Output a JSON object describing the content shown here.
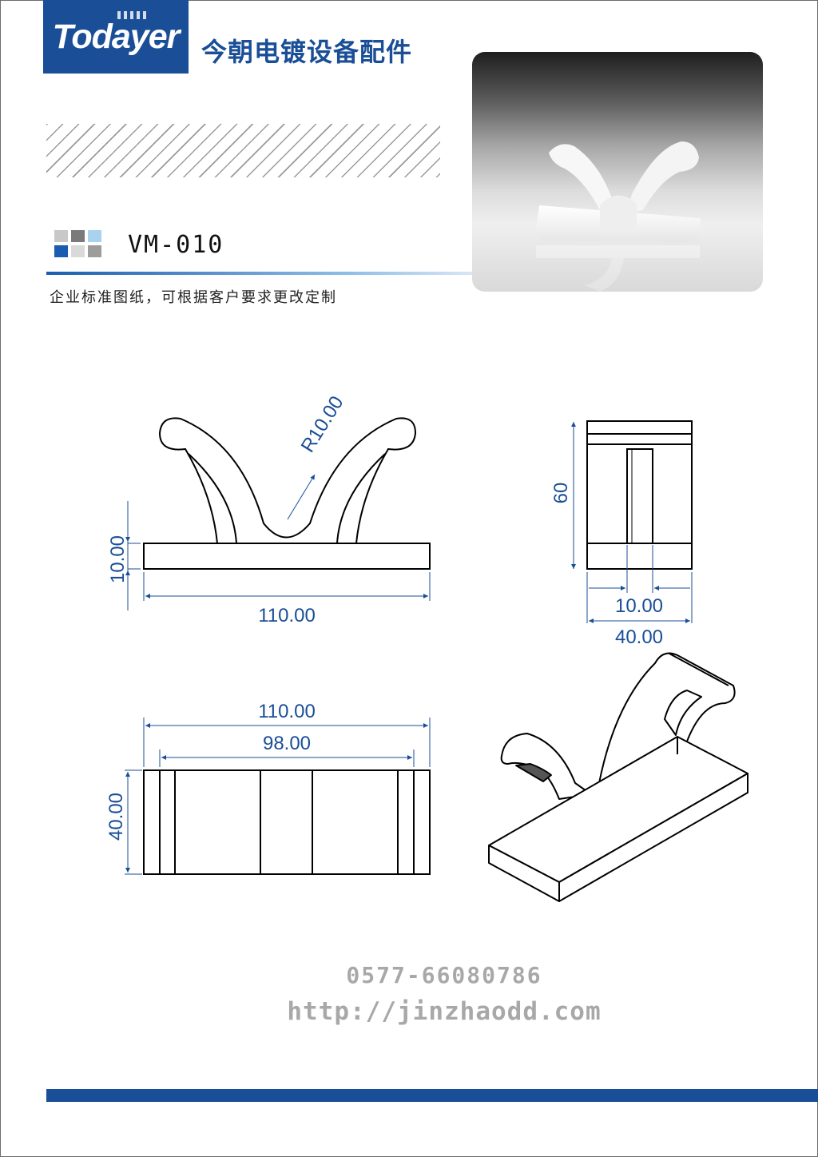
{
  "brand": {
    "logo": "Todayer",
    "company": "今朝电镀设备配件"
  },
  "product": {
    "model": "VM-010"
  },
  "note": "企业标准图纸，可根据客户要求更改定制",
  "colors": {
    "brand_blue": "#1a4e96",
    "dimension_blue": "#1a4e96",
    "contact_gray": "#a8a8a8"
  },
  "swatches": [
    "#c8c8c8",
    "#7a7a7a",
    "#a9d1f0",
    "#1a5db0",
    "#d9d9d9",
    "#9c9c9c"
  ],
  "drawings": {
    "front": {
      "radius": "R10.00",
      "height": "10.00",
      "width": "110.00"
    },
    "side": {
      "height": "60",
      "inner_width": "10.00",
      "width": "40.00"
    },
    "top": {
      "outer_width": "110.00",
      "inner_width": "98.00",
      "depth": "40.00"
    }
  },
  "contact": {
    "phone": "0577-66080786",
    "url": "http://jinzhaodd.com"
  }
}
